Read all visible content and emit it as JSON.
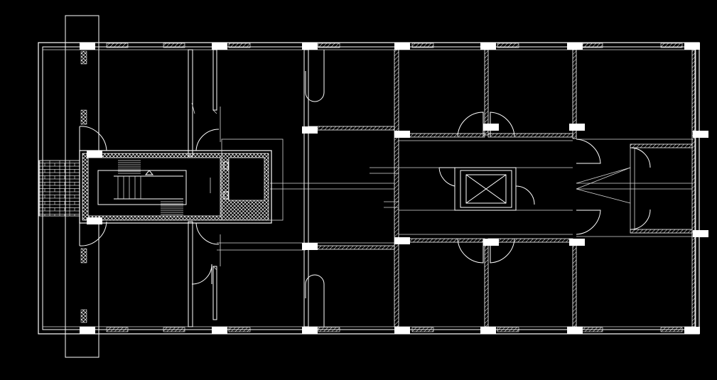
{
  "drawing": {
    "background": "#000000",
    "line_color": "#ffffff",
    "elements": {
      "outer_walls": "outer-wall",
      "staircase": "staircase",
      "lift_core": "lift-core",
      "columns": "structural-column",
      "doors": "door-swing",
      "windows": "window-opening",
      "entrance": "entrance-paving"
    }
  }
}
